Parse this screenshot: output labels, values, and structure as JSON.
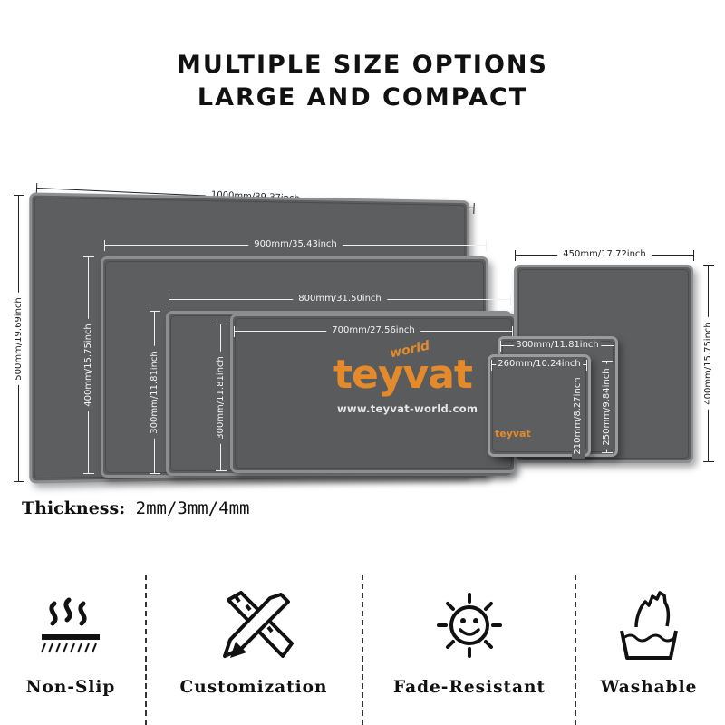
{
  "headline": {
    "line1": "MULTIPLE SIZE OPTIONS",
    "line2": "LARGE AND COMPACT"
  },
  "sizes": {
    "w1000": "1000mm/39.37inch",
    "w900": "900mm/35.43inch",
    "w800": "800mm/31.50inch",
    "w700": "700mm/27.56inch",
    "w450": "450mm/17.72inch",
    "w300": "300mm/11.81inch",
    "w260": "260mm/10.24inch",
    "h500": "500mm/19.69inch",
    "h400": "400mm/15.75inch",
    "h300": "300mm/11.81inch",
    "h300b": "300mm/11.81inch",
    "h400r": "400mm/15.75inch",
    "h250": "250mm/9.84inch",
    "h210": "210mm/8.27inch"
  },
  "brand": {
    "name": "teyvat",
    "tag": "world",
    "url": "www.teyvat-world.com"
  },
  "thickness": {
    "label": "Thickness:",
    "values": "2mm/3mm/4mm"
  },
  "features": [
    {
      "label": "Non-Slip",
      "icon": "non-slip-icon"
    },
    {
      "label": "Customization",
      "icon": "pencil-ruler-icon"
    },
    {
      "label": "Fade-Resistant",
      "icon": "sun-smile-icon"
    },
    {
      "label": "Washable",
      "icon": "hand-wash-icon"
    }
  ],
  "colors": {
    "pad": "#5d5e60",
    "brand": "#e58a2a"
  }
}
